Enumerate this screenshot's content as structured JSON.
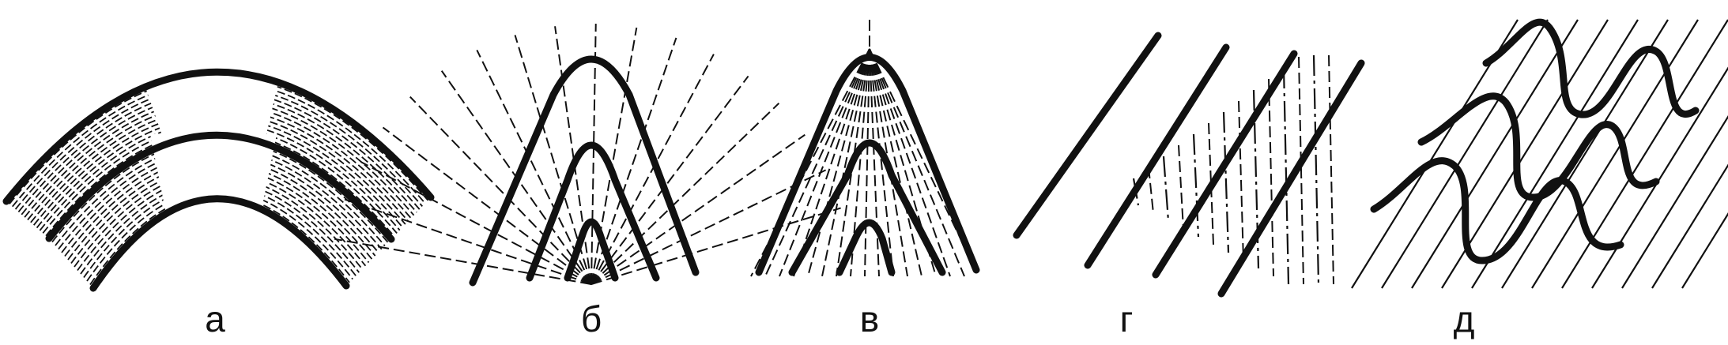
{
  "panels": [
    {
      "id": "a",
      "label": "а",
      "icon": "concentric-fold-with-fan-cleavage"
    },
    {
      "id": "b",
      "label": "б",
      "icon": "chevron-fold-radiating-cleavage"
    },
    {
      "id": "v",
      "label": "в",
      "icon": "chevron-fold-convergent-cleavage"
    },
    {
      "id": "g",
      "label": "г",
      "icon": "inclined-beds-vertical-cleavage"
    },
    {
      "id": "d",
      "label": "д",
      "icon": "sinuous-folds-parallel-cleavage"
    }
  ]
}
